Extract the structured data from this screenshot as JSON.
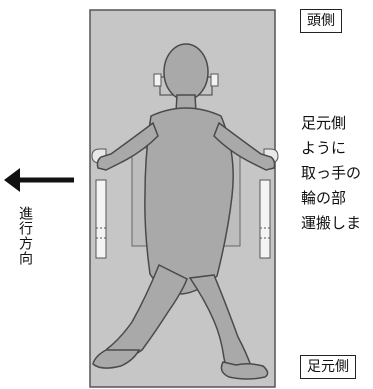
{
  "labels": {
    "head_side": "頭側",
    "foot_side": "足元側",
    "direction": "進行方向"
  },
  "description_lines": [
    "足元側",
    "ように",
    "取っ手の",
    "輪の部",
    "運搬しま"
  ],
  "colors": {
    "board_fill": "#c6c6c6",
    "board_stroke": "#555555",
    "person_fill": "#a9a9a9",
    "person_stroke": "#4a4a4a",
    "arrow": "#111111"
  }
}
